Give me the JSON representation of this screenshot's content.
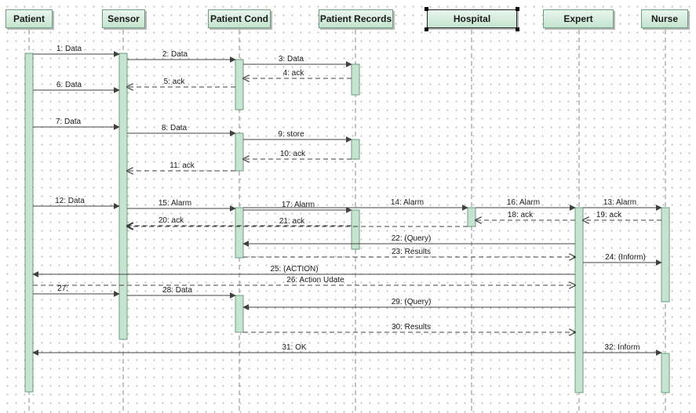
{
  "participants": [
    {
      "id": "patient",
      "name": "Patient"
    },
    {
      "id": "sensor",
      "name": "Sensor"
    },
    {
      "id": "cond",
      "name": "Patient Cond"
    },
    {
      "id": "records",
      "name": "Patient Records"
    },
    {
      "id": "hospital",
      "name": "Hospital",
      "selected": true
    },
    {
      "id": "expert",
      "name": "Expert"
    },
    {
      "id": "nurse",
      "name": "Nurse"
    }
  ],
  "messages": [
    {
      "label": "1: Data",
      "from": "patient",
      "to": "sensor",
      "kind": "sync"
    },
    {
      "label": "2: Data",
      "from": "sensor",
      "to": "cond",
      "kind": "sync"
    },
    {
      "label": "3: Data",
      "from": "cond",
      "to": "records",
      "kind": "sync"
    },
    {
      "label": "4: ack",
      "from": "records",
      "to": "cond",
      "kind": "reply"
    },
    {
      "label": "5: ack",
      "from": "cond",
      "to": "sensor",
      "kind": "reply"
    },
    {
      "label": "6: Data",
      "from": "patient",
      "to": "sensor",
      "kind": "sync"
    },
    {
      "label": "7: Data",
      "from": "patient",
      "to": "sensor",
      "kind": "sync"
    },
    {
      "label": "8: Data",
      "from": "sensor",
      "to": "cond",
      "kind": "sync"
    },
    {
      "label": "9: store",
      "from": "cond",
      "to": "records",
      "kind": "sync"
    },
    {
      "label": "10: ack",
      "from": "records",
      "to": "cond",
      "kind": "reply"
    },
    {
      "label": "11: ack",
      "from": "cond",
      "to": "sensor",
      "kind": "reply"
    },
    {
      "label": "12: Data",
      "from": "patient",
      "to": "sensor",
      "kind": "sync"
    },
    {
      "label": "15: Alarm",
      "from": "sensor",
      "to": "cond",
      "kind": "sync"
    },
    {
      "label": "17: Alarm",
      "from": "cond",
      "to": "records",
      "kind": "sync"
    },
    {
      "label": "14: Alarm",
      "from": "cond",
      "to": "hospital",
      "kind": "sync"
    },
    {
      "label": "16: Alarm",
      "from": "hospital",
      "to": "expert",
      "kind": "sync"
    },
    {
      "label": "13: Alarm",
      "from": "expert",
      "to": "nurse",
      "kind": "sync"
    },
    {
      "label": "18: ack",
      "from": "expert",
      "to": "hospital",
      "kind": "reply"
    },
    {
      "label": "19: ack",
      "from": "nurse",
      "to": "expert",
      "kind": "reply"
    },
    {
      "label": "20: ack",
      "from": "records",
      "to": "sensor",
      "kind": "reply"
    },
    {
      "label": "21: ack",
      "from": "hospital",
      "to": "sensor",
      "kind": "reply"
    },
    {
      "label": "22: (Query)",
      "from": "expert",
      "to": "cond",
      "kind": "sync"
    },
    {
      "label": "23: Results",
      "from": "cond",
      "to": "expert",
      "kind": "reply"
    },
    {
      "label": "24: (Inform)",
      "from": "expert",
      "to": "nurse",
      "kind": "sync"
    },
    {
      "label": "25: (ACTION)",
      "from": "expert",
      "to": "patient",
      "kind": "sync"
    },
    {
      "label": "26: Action Udate",
      "from": "patient",
      "to": "expert",
      "kind": "reply"
    },
    {
      "label": "27:",
      "from": "patient",
      "to": "sensor",
      "kind": "sync"
    },
    {
      "label": "28: Data",
      "from": "sensor",
      "to": "cond",
      "kind": "sync"
    },
    {
      "label": "29: (Query)",
      "from": "expert",
      "to": "cond",
      "kind": "sync"
    },
    {
      "label": "30: Results",
      "from": "cond",
      "to": "expert",
      "kind": "reply"
    },
    {
      "label": "31: OK",
      "from": "expert",
      "to": "patient",
      "kind": "sync"
    },
    {
      "label": "32: Inform",
      "from": "expert",
      "to": "nurse",
      "kind": "sync"
    }
  ]
}
